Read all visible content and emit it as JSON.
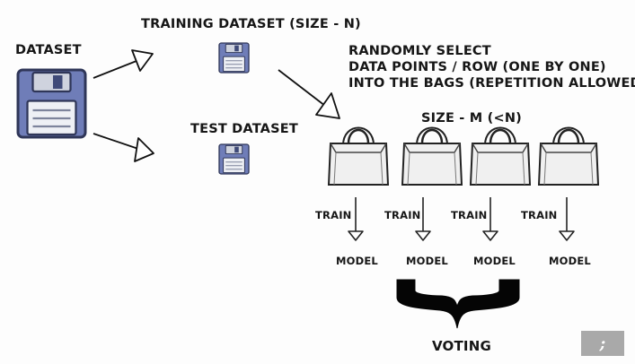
{
  "labels": {
    "dataset": "DATASET",
    "training_dataset": "TRAINING DATASET (SIZE - N)",
    "test_dataset": "TEST DATASET",
    "description": [
      "RANDOMLY SELECT",
      "DATA POINTS / ROW (ONE BY ONE)",
      "INTO THE BAGS (REPETITION ALLOWED)"
    ],
    "bag_size": "SIZE - M (<N)",
    "train_labels": [
      "TRAIN",
      "TRAIN",
      "TRAIN",
      "TRAIN"
    ],
    "model_labels": [
      "MODEL",
      "MODEL",
      "MODEL",
      "MODEL"
    ],
    "voting": "VOTING"
  },
  "badge": {
    "glyph": ";"
  },
  "icons": {
    "dataset": "floppy-disk-icon",
    "training": "floppy-disk-icon",
    "test": "floppy-disk-icon",
    "bag": "shopping-bag-icon",
    "arrow": "arrow-icon",
    "brace": "curly-brace-icon"
  },
  "colors": {
    "floppy_body": "#6f7db8",
    "floppy_dark": "#3f4a78",
    "floppy_shutter": "#cfd3de",
    "floppy_label": "#eef0f5",
    "bag_fill": "#f0f0f0",
    "ink": "#111111",
    "badge": "#a9a9a9"
  }
}
